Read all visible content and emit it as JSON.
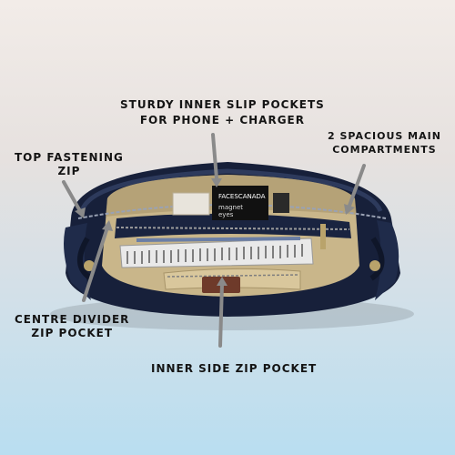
{
  "callouts": {
    "slip_pockets": {
      "line1": "STURDY INNER SLIP POCKETS",
      "line2": "FOR PHONE + CHARGER"
    },
    "main_compartments": {
      "line1": "2 SPACIOUS MAIN",
      "line2": "COMPARTMENTS"
    },
    "top_zip": {
      "line1": "TOP FASTENING",
      "line2": "ZIP"
    },
    "centre_divider": {
      "line1": "CENTRE DIVIDER",
      "line2": "ZIP POCKET"
    },
    "side_zip": {
      "line1": "INNER SIDE ZIP POCKET"
    }
  },
  "product": {
    "card_brand": "FACESCANADA",
    "card_text_1": "magnet",
    "card_text_2": "eyes"
  },
  "colors": {
    "bag_leather": "#17203a",
    "bag_highlight": "#2d3a5c",
    "lining": "#c9b68a",
    "pointer": "#8a8a8a"
  }
}
